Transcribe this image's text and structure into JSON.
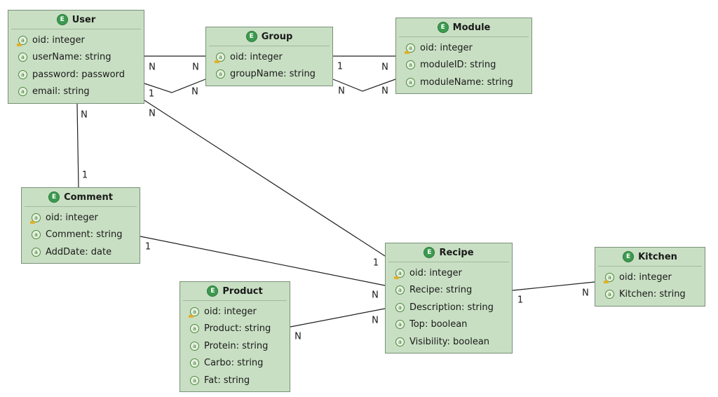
{
  "entities": {
    "user": {
      "name": "User",
      "attributes": [
        "oid: integer",
        "userName: string",
        "password: password",
        "email: string"
      ]
    },
    "group": {
      "name": "Group",
      "attributes": [
        "oid: integer",
        "groupName: string"
      ]
    },
    "module": {
      "name": "Module",
      "attributes": [
        "oid: integer",
        "moduleID: string",
        "moduleName: string"
      ]
    },
    "comment": {
      "name": "Comment",
      "attributes": [
        "oid: integer",
        "Comment: string",
        "AddDate: date"
      ]
    },
    "recipe": {
      "name": "Recipe",
      "attributes": [
        "oid: integer",
        "Recipe: string",
        "Description: string",
        "Top: boolean",
        "Visibility: boolean"
      ]
    },
    "kitchen": {
      "name": "Kitchen",
      "attributes": [
        "oid: integer",
        "Kitchen: string"
      ]
    },
    "product": {
      "name": "Product",
      "attributes": [
        "oid: integer",
        "Product: string",
        "Protein: string",
        "Carbo: string",
        "Fat: string"
      ]
    }
  },
  "relations": {
    "user_group_1": {
      "from_card": "N",
      "to_card": "N"
    },
    "user_group_2": {
      "from_card": "1",
      "to_card": "N"
    },
    "group_module_1": {
      "from_card": "1",
      "to_card": "N"
    },
    "group_module_2": {
      "from_card": "N",
      "to_card": "N"
    },
    "user_comment": {
      "from_card": "N",
      "to_card": "1"
    },
    "user_recipe": {
      "from_card": "N",
      "to_card": "1"
    },
    "comment_recipe": {
      "from_card": "1",
      "to_card": "N"
    },
    "product_recipe": {
      "from_card": "N",
      "to_card": "N"
    },
    "recipe_kitchen": {
      "from_card": "1",
      "to_card": "N"
    }
  },
  "icons": {
    "entity": "entity-icon",
    "attribute": "attribute-icon",
    "key": "key-attribute-icon"
  },
  "colors": {
    "entity_fill": "#c8dfc3",
    "entity_border": "#7a8f78",
    "line": "#202020"
  }
}
